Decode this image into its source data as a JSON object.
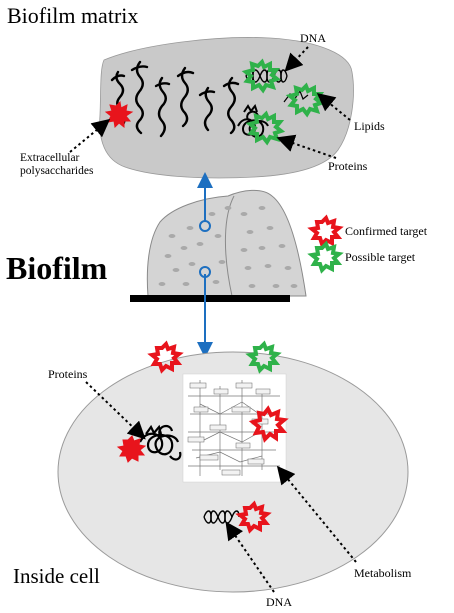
{
  "titles": {
    "matrix": "Biofilm matrix",
    "biofilm": "Biofilm",
    "inside": "Inside cell"
  },
  "labels": {
    "dna_top": "DNA",
    "lipids": "Lipids",
    "proteins_top": "Proteins",
    "eps_line1": "Extracellular",
    "eps_line2": "polysaccharides",
    "proteins_cell": "Proteins",
    "metabolism": "Metabolism",
    "dna_bottom": "DNA"
  },
  "legend": {
    "confirmed": "Confirmed  target",
    "possible": "Possible  target"
  },
  "colors": {
    "confirmed": "#e8141c",
    "possible": "#2fb24a",
    "arrow": "#1d6fc0",
    "matrix_fill": "#c9c9c9",
    "cell_fill": "#e6e6e6"
  }
}
